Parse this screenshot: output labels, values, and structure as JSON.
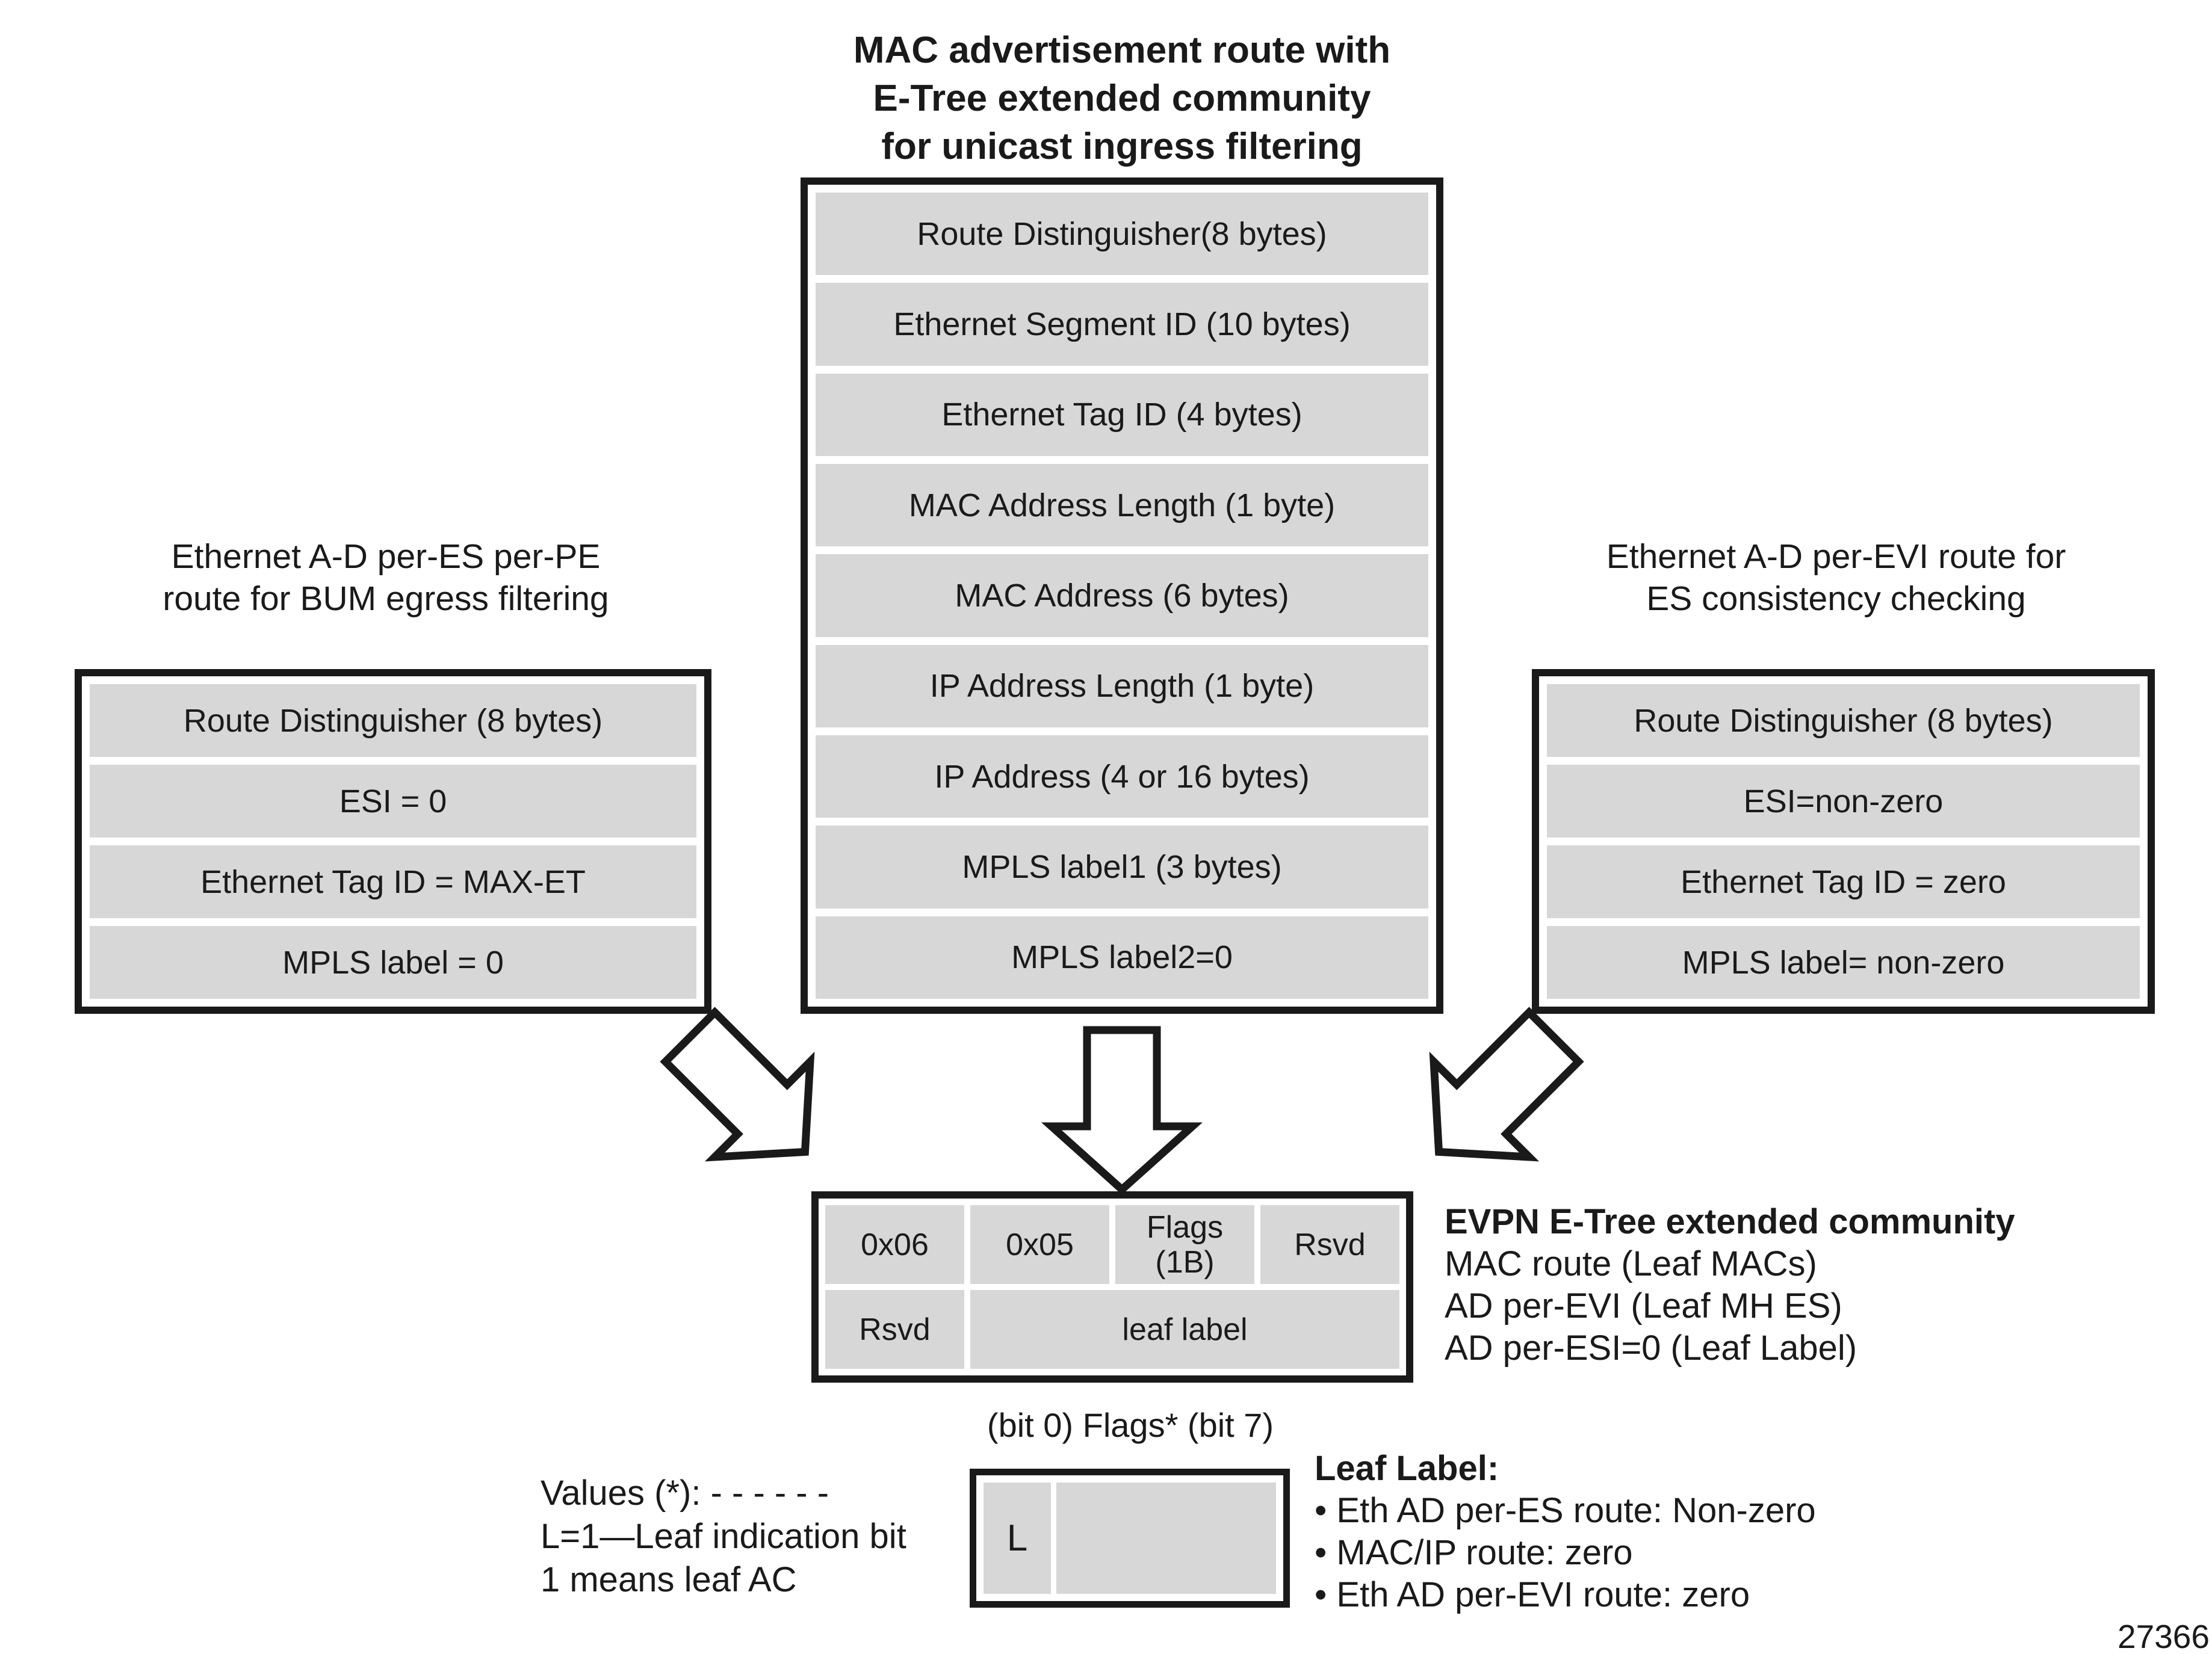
{
  "colors": {
    "cell_fill": "#d7d7d7",
    "stroke": "#1a1a1a"
  },
  "center_diagram": {
    "title_lines": [
      "MAC advertisement route with",
      "E-Tree extended community",
      "for unicast ingress filtering"
    ],
    "fields": [
      "Route Distinguisher(8 bytes)",
      "Ethernet Segment ID (10 bytes)",
      "Ethernet Tag ID (4 bytes)",
      "MAC Address Length (1 byte)",
      "MAC Address (6 bytes)",
      "IP Address Length (1 byte)",
      "IP Address (4 or 16 bytes)",
      "MPLS label1 (3 bytes)",
      "MPLS label2=0"
    ]
  },
  "left_diagram": {
    "title_lines": [
      "Ethernet A-D per-ES per-PE",
      "route for BUM egress filtering"
    ],
    "fields": [
      "Route Distinguisher (8 bytes)",
      "ESI = 0",
      "Ethernet Tag ID = MAX-ET",
      "MPLS label = 0"
    ]
  },
  "right_diagram": {
    "title_lines": [
      "Ethernet A-D per-EVI route for",
      "ES consistency checking"
    ],
    "fields": [
      "Route Distinguisher (8 bytes)",
      "ESI=non-zero",
      "Ethernet Tag ID = zero",
      "MPLS label= non-zero"
    ]
  },
  "ext_community": {
    "cells_row1": [
      "0x06",
      "0x05",
      "Flags\n(1B)",
      "Rsvd"
    ],
    "cells_row2": [
      "Rsvd",
      "leaf label"
    ],
    "caption": "(bit 0) Flags* (bit 7)"
  },
  "evpn_note": {
    "heading": "EVPN E-Tree extended community",
    "lines": [
      "MAC route (Leaf MACs)",
      "AD per-EVI (Leaf MH ES)",
      "AD per-ESI=0 (Leaf Label)"
    ]
  },
  "values_note": {
    "lines": [
      "Values (*): - - - - - -",
      "L=1—Leaf indication bit",
      "1 means leaf AC"
    ]
  },
  "flags_bit_box": {
    "bit": "L"
  },
  "leaf_label_note": {
    "heading": "Leaf Label:",
    "bullets": [
      "Eth AD per-ES route: Non-zero",
      "MAC/IP route: zero",
      "Eth AD per-EVI route: zero"
    ]
  },
  "footer": {
    "figure_number": "27366"
  }
}
